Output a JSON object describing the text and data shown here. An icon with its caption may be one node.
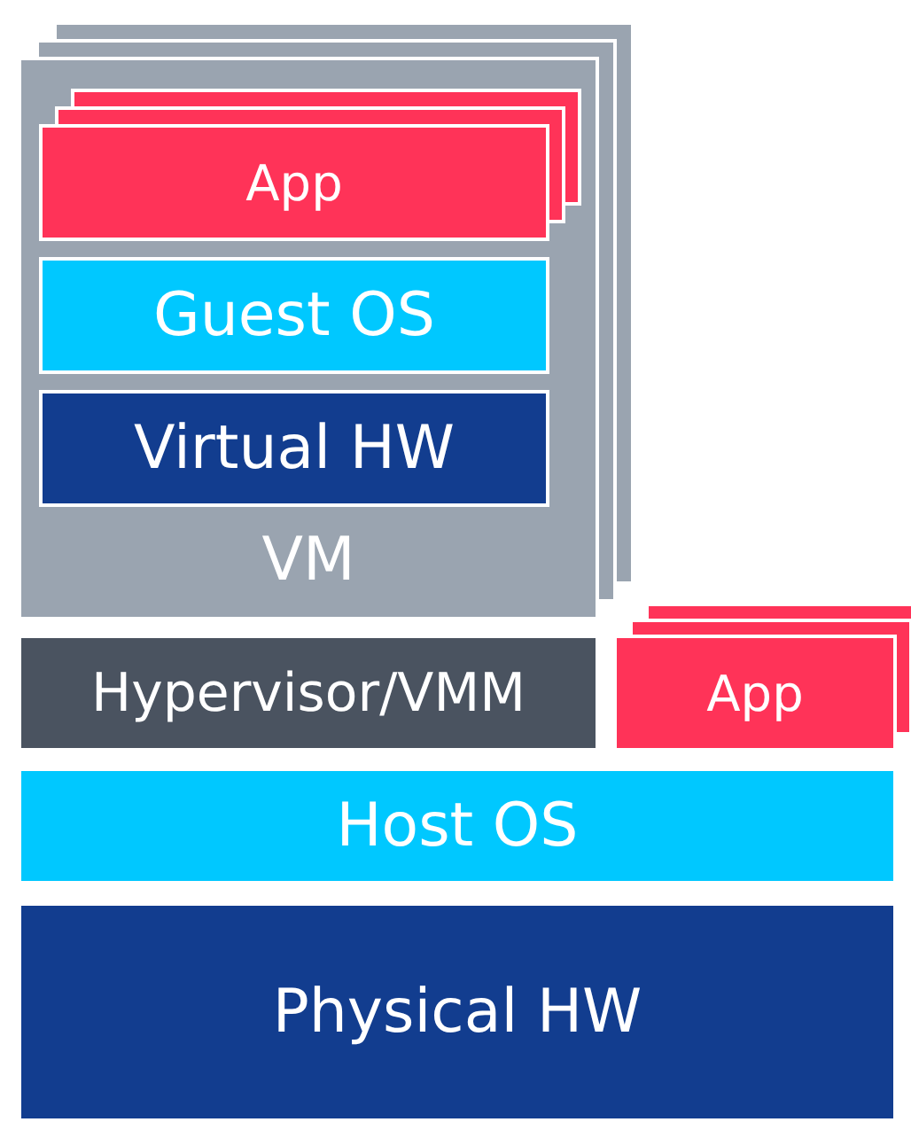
{
  "diagram": {
    "nodes": [
      {
        "text": [
          "VM"
        ]
      },
      {
        "text": [
          "App"
        ],
        "in": 0
      },
      {
        "text": [
          "Guest OS"
        ],
        "in": 0
      },
      {
        "text": [
          "Virtual HW"
        ],
        "in": 0
      },
      {
        "text": [
          "Hypervisor/VMM"
        ]
      },
      {
        "text": [
          "App"
        ]
      },
      {
        "text": [
          "Host OS"
        ]
      },
      {
        "text": [
          "Physical HW"
        ]
      }
    ]
  }
}
